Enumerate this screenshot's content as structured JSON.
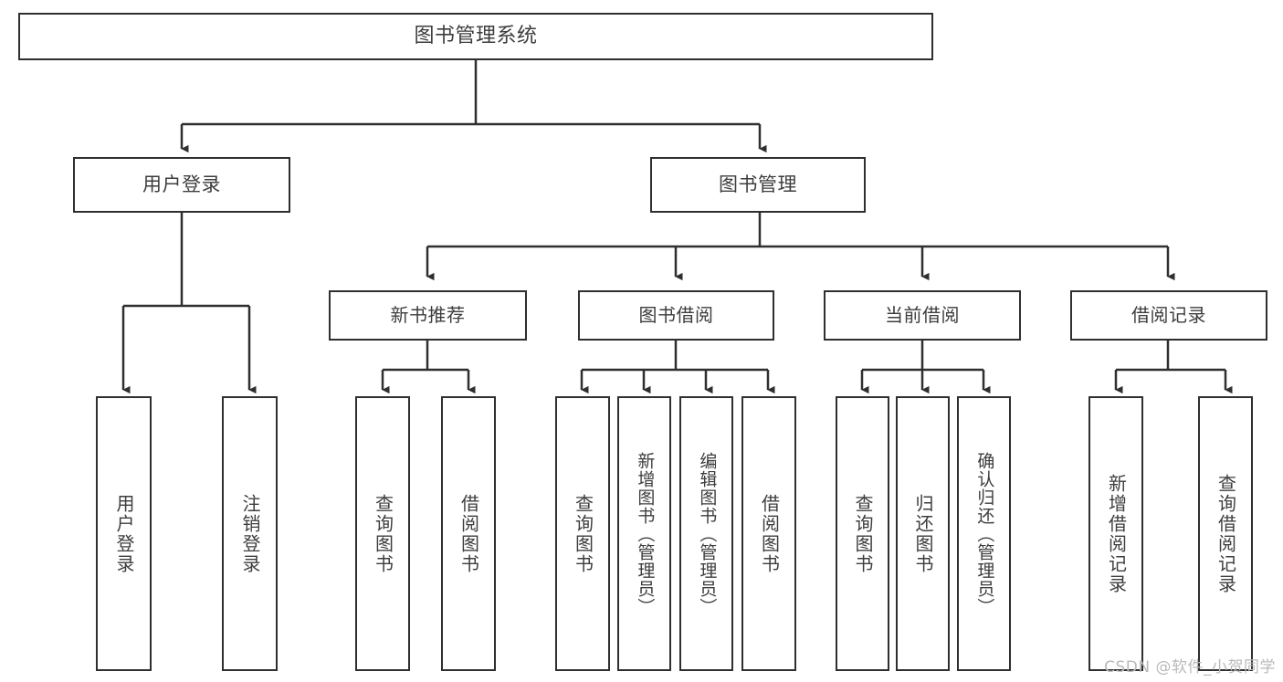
{
  "diagram": {
    "title": "图书管理系统",
    "watermark": "CSDN @软件_小贺同学",
    "stroke_color": "#2f2f2f",
    "text_color": "#3d3d3d",
    "background_color": "#ffffff",
    "nodes": {
      "root": "图书管理系统",
      "user_login": "用户登录",
      "book_manage": "图书管理",
      "new_book_recommend": "新书推荐",
      "book_borrow": "图书借阅",
      "current_borrow": "当前借阅",
      "borrow_record": "借阅记录",
      "leaf_user_login": "用户登录",
      "leaf_logout": "注销登录",
      "leaf_query_book_1": "查询图书",
      "leaf_borrow_book_1": "借阅图书",
      "leaf_query_book_2": "查询图书",
      "leaf_add_book_admin": "新增图书（管理员）",
      "leaf_edit_book_admin": "编辑图书（管理员）",
      "leaf_borrow_book_2": "借阅图书",
      "leaf_query_book_3": "查询图书",
      "leaf_return_book": "归还图书",
      "leaf_confirm_return_admin": "确认归还（管理员）",
      "leaf_add_borrow_record": "新增借阅记录",
      "leaf_query_borrow_record": "查询借阅记录"
    }
  }
}
